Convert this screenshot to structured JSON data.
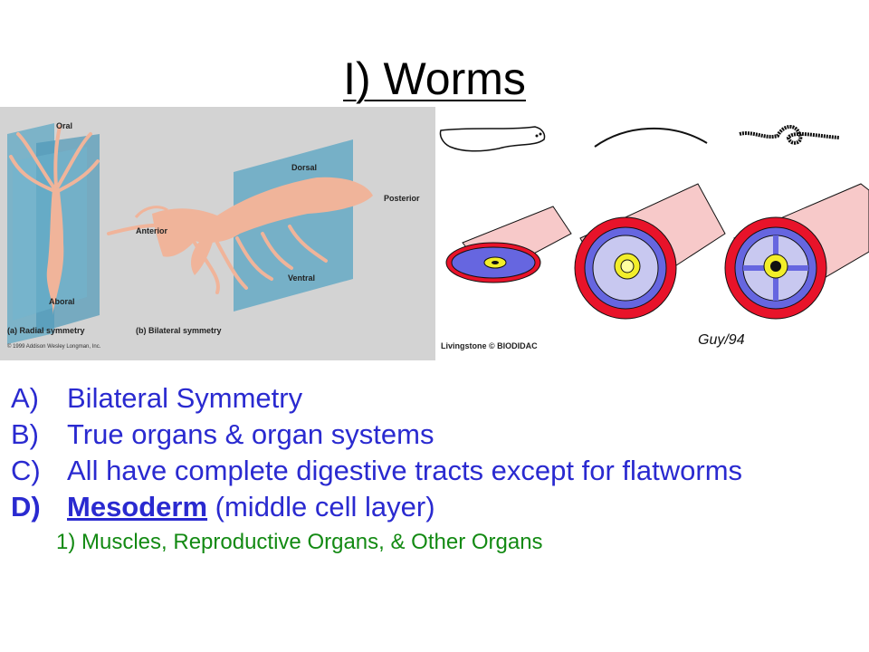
{
  "slide": {
    "title": "I) Worms"
  },
  "figure_left": {
    "label_oral": "Oral",
    "label_aboral": "Aboral",
    "label_dorsal": "Dorsal",
    "label_posterior": "Posterior",
    "label_anterior": "Anterior",
    "label_ventral": "Ventral",
    "caption_radial": "(a) Radial symmetry",
    "caption_bilateral": "(b) Bilateral symmetry",
    "copyright": "© 1999 Addison Wesley Longman, Inc."
  },
  "figure_right": {
    "credit": "Livingstone © BIODIDAC",
    "signature": "Guy/94"
  },
  "bullets": [
    {
      "letter": "A)",
      "text": "Bilateral Symmetry"
    },
    {
      "letter": "B)",
      "text": "True organs & organ systems"
    },
    {
      "letter": "C)",
      "text": "All have complete digestive tracts except for flatworms"
    },
    {
      "letter": "D)",
      "term": "Mesoderm",
      "rest": " (middle cell layer)"
    }
  ],
  "subbullet": "1) Muscles, Reproductive Organs, & Other Organs",
  "colors": {
    "bullet_text": "#2a2ad0",
    "subbullet_text": "#138a13",
    "left_figure_bg": "#d3d3d3",
    "symmetry_plane": "#5fa8c4",
    "outer_ring": "#e8132a",
    "inner_cavity": "#6666e0",
    "gut": "#f2ee2a",
    "body_wall": "#f7c9c9"
  }
}
